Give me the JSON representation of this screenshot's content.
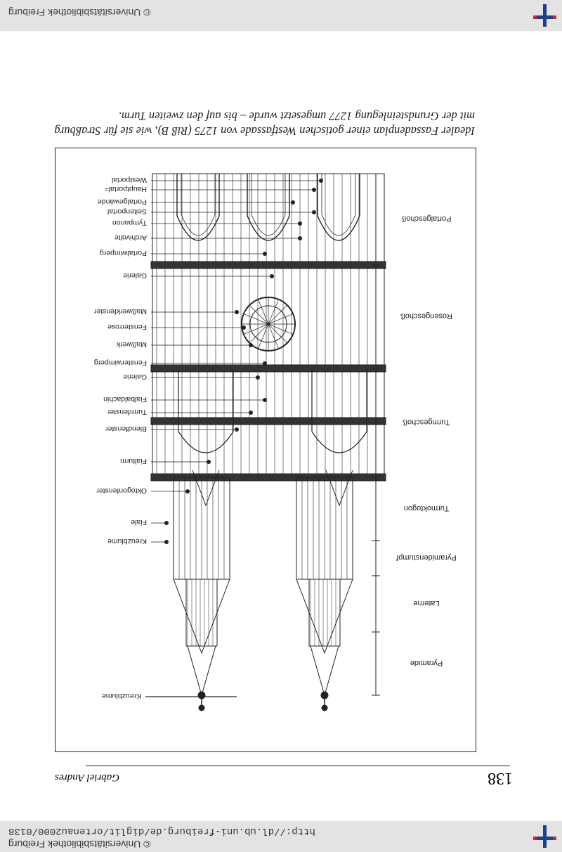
{
  "header": {
    "copyright": "© Universitätsbibliothek Freiburg",
    "url": "http://dl.ub.uni-freiburg.de/diglit/ortenau2000/0138"
  },
  "footer": {
    "copyright": "© Universitätsbibliothek Freiburg"
  },
  "page": {
    "number": "138",
    "author": "Gabriel Andres"
  },
  "caption": "Idealer Fassadenplan einer gotischen Westfassade von 1275 (Riß B), wie sie für Straßburg mit der Grundsteinlegung 1277 umgesetzt wurde – bis auf den zweiten Turm.",
  "figure": {
    "sections": [
      "Portalgeschoß",
      "Rosengeschoß",
      "Turmgeschoß",
      "Turmoktogon",
      "Pyramidenstumpf",
      "Laterne",
      "Pyramide"
    ],
    "labels": [
      "Westportal",
      "Hauptportal=",
      "Portalgewände",
      "Seitenportal",
      "Tympanon",
      "Archivolte",
      "Portalwimperg",
      "Galerie",
      "Maßwerkfenster",
      "Fensterrose",
      "Maßwerk",
      "Fensterwimperg",
      "Galerie",
      "Fialbaldachin",
      "Turmfenster",
      "Blendfenster",
      "Fialturm",
      "Oktogonfenster",
      "Fiale",
      "Kreuzblume"
    ],
    "finial_label": "Kreuzblume"
  }
}
